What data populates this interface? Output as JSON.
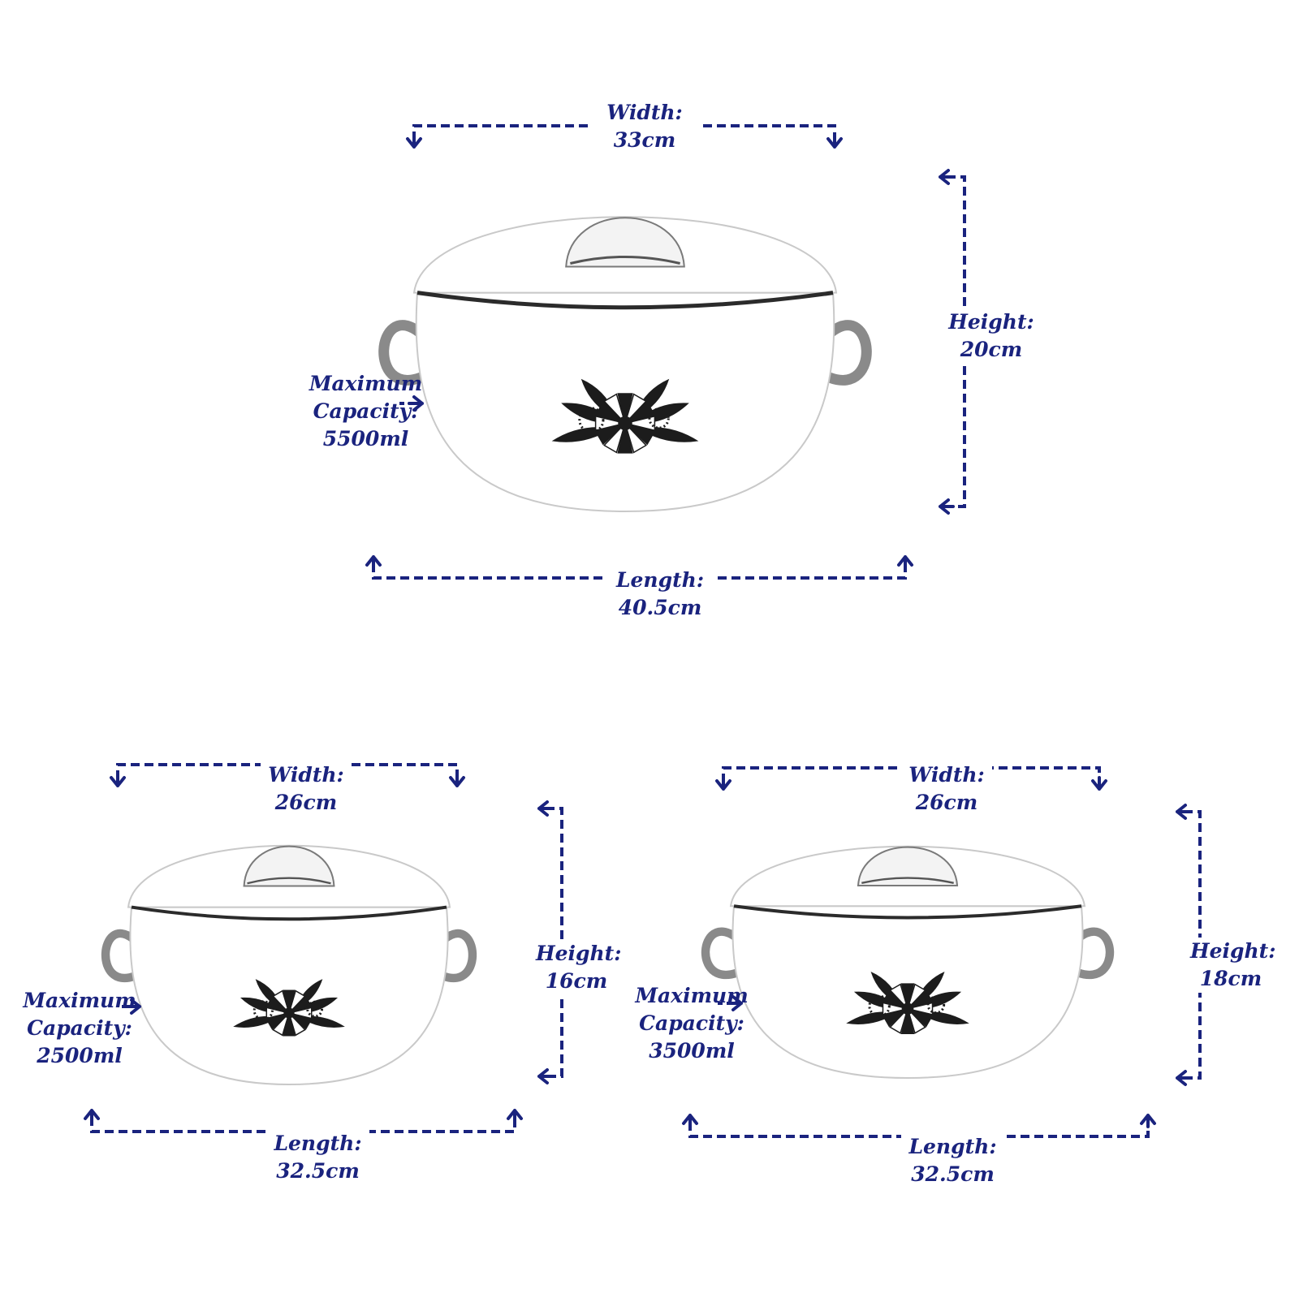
{
  "palette": {
    "accent": "#1a237e",
    "body": "#ffffff",
    "outline": "#c9c9c9",
    "handle": "#8a8a8a",
    "rim": "#2b2b2b",
    "flower": "#1c1c1c"
  },
  "products": [
    {
      "width": {
        "label": "Width:",
        "value": "33cm"
      },
      "height": {
        "label": "Height:",
        "value": "20cm"
      },
      "length": {
        "label": "Length:",
        "value": "40.5cm"
      },
      "capacity": {
        "line1": "Maximum",
        "line2": "Capacity:",
        "value": "5500ml"
      }
    },
    {
      "width": {
        "label": "Width:",
        "value": "26cm"
      },
      "height": {
        "label": "Height:",
        "value": "16cm"
      },
      "length": {
        "label": "Length:",
        "value": "32.5cm"
      },
      "capacity": {
        "line1": "Maximum",
        "line2": "Capacity:",
        "value": "2500ml"
      }
    },
    {
      "width": {
        "label": "Width:",
        "value": "26cm"
      },
      "height": {
        "label": "Height:",
        "value": "18cm"
      },
      "length": {
        "label": "Length:",
        "value": "32.5cm"
      },
      "capacity": {
        "line1": "Maximum",
        "line2": "Capacity:",
        "value": "3500ml"
      }
    }
  ]
}
